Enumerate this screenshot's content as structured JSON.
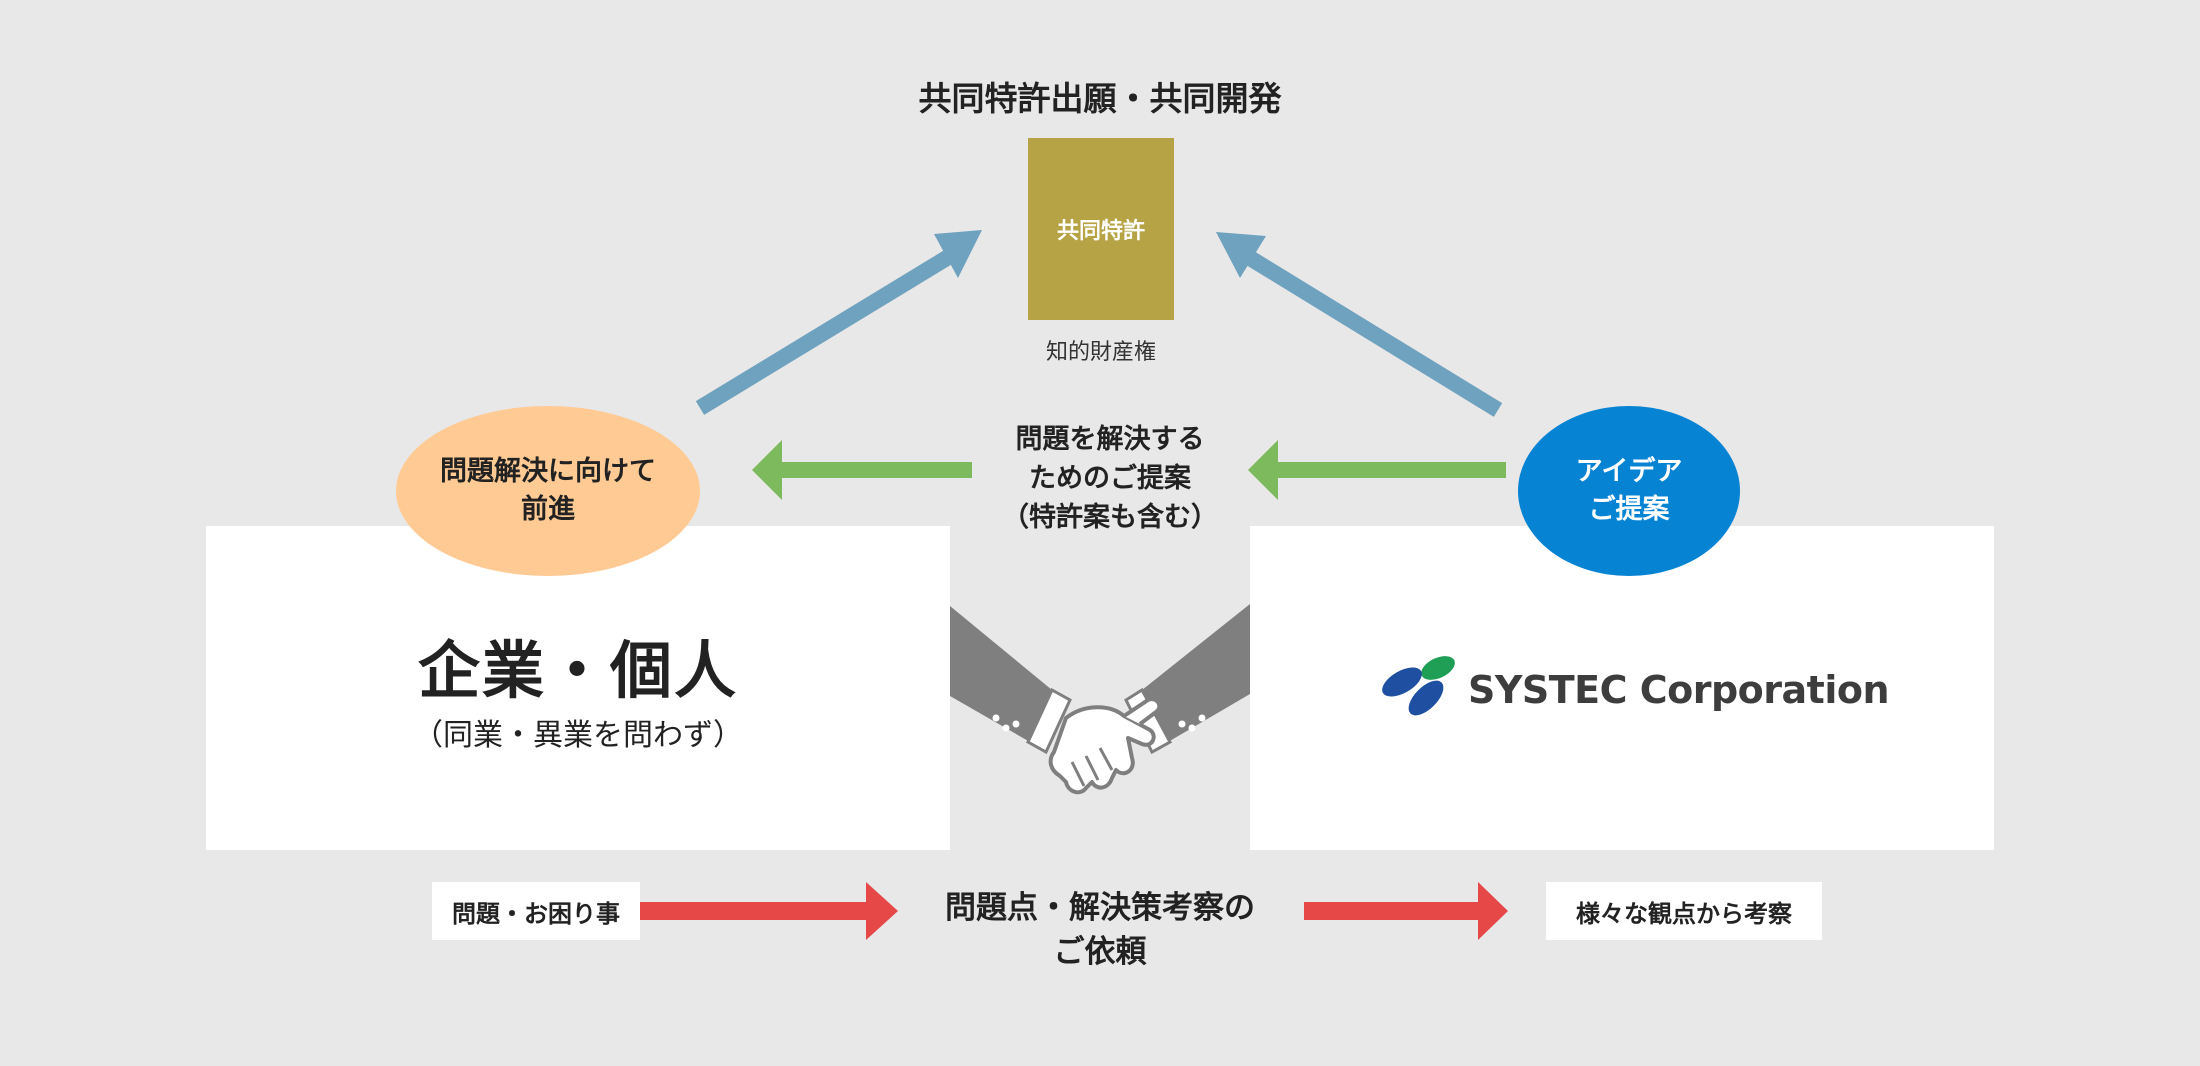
{
  "top": {
    "heading": "共同特許出願・共同開発",
    "patent_box_label": "共同特許",
    "ip_caption": "知的財産権"
  },
  "middle": {
    "caption_line1": "問題を解決する",
    "caption_line2": "ためのご提案",
    "caption_line3": "（特許案も含む）"
  },
  "left": {
    "ellipse_line1": "問題解決に向けて",
    "ellipse_line2": "前進",
    "title": "企業・個人",
    "subtitle": "（同業・異業を問わず）"
  },
  "right": {
    "ellipse_line1": "アイデア",
    "ellipse_line2": "ご提案",
    "logo_text": "SYSTEC Corporation"
  },
  "bottom": {
    "problems_label": "問題・お困り事",
    "caption_line1": "問題点・解決策考察の",
    "caption_line2": "ご依頼",
    "perspective_label": "様々な観点から考察"
  },
  "colors": {
    "background": "#e8e8e8",
    "blue_arrow": "#6fa2bf",
    "green_arrow": "#7dba5d",
    "red_arrow": "#e64848",
    "patent_gold": "#b5a345",
    "orange_ellipse": "#ffca94",
    "blue_ellipse": "#0683d3",
    "handshake_gray": "#7f7f7f"
  },
  "icons": [
    "handshake-icon",
    "systec-logo-mark"
  ]
}
